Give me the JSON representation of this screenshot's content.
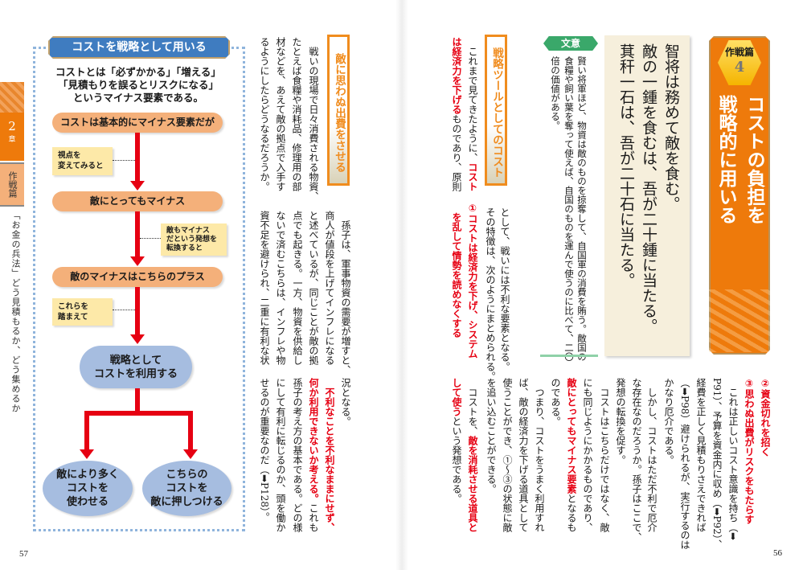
{
  "page57": {
    "page_number": "57",
    "side_tab": {
      "chapter_num": "2",
      "chapter_label": "章",
      "section": "作戦篇",
      "running_title": "「お金の兵法」どう見積もるか、どう集めるか"
    },
    "diagram": {
      "title": "コストを戦略として用いる",
      "intro": [
        "コストとは「必ずかかる」「増える」",
        "「見積もりを誤るとリスクになる」",
        "というマイナス要素である。"
      ],
      "steps": [
        "コストは基本的にマイナス要素だが",
        "敵にとってもマイナス",
        "敵のマイナスはこちらのプラス"
      ],
      "notes": [
        [
          "視点を",
          "変えてみると"
        ],
        [
          "敵もマイナス",
          "だという発想を",
          "転換すると"
        ],
        [
          "これらを",
          "踏まえて"
        ]
      ],
      "strategy": [
        "戦略として",
        "コストを利用する"
      ],
      "outcomes": [
        [
          "敵により多く",
          "コストを",
          "使わせる"
        ],
        [
          "こちらの",
          "コストを",
          "敵に押しつける"
        ]
      ]
    },
    "heading": "敵に思わぬ出費をさせる",
    "top": [
      "　戦いの現場で日々消費される物資、",
      "たとえば食糧や消耗品、修理用の部",
      "材などを、あえて敵の拠点で入手す",
      "るようにしたらどうなるだろうか。"
    ],
    "middle": [
      "　孫子は、軍事物資の需要が増すと、",
      "商人が値段を上げてインフレになる",
      "と述べているが、同じことが敵の拠",
      "点でも起きる。一方、物資を供給し",
      "ないで済むこちらは、インフレや物",
      "資不足を避けられ、二重に有利な状"
    ],
    "bottom": {
      "c1": "況となる。",
      "c2_red": "　不利なことを不利なままにせず、",
      "c3_red": "何か利用できないか考える。",
      "c3": "これも",
      "c4": "孫子の考え方の基本である。どの様",
      "c5": "にして有利に転じるのか、頭を働か",
      "c6": "せるのが重要なのだ（➡P128）。"
    }
  },
  "page56": {
    "page_number": "56",
    "badge": {
      "label": "作戦篇",
      "number": "4"
    },
    "title": [
      "コストの負担を",
      "戦略的に用いる"
    ],
    "quote": [
      "智将は務めて敵を食む。",
      "敵の一鍾を食むは、吾が二十鍾に当たる。",
      "萁秆一石は、吾が二十石に当たる。"
    ],
    "meaning_label": "文意",
    "meaning": [
      "賢い将軍ほど、物資は敵のものを掠奪して、自国軍の消費を賄う。敵国の",
      "食糧や飼い葉を奪って使えば、自国のものを運んで使うのに比べて、二〇",
      "倍の価値がある。"
    ],
    "heading": "戦略ツールとしてのコスト",
    "top": {
      "c1": "　これまで見てきたように、",
      "c1_red": "コスト",
      "c2_red": "は経済力を下げる",
      "c2": "ものであり、原則"
    },
    "middle": {
      "c1": "として、戦いには不利な要素となる。",
      "c2": "その特徴は、次のようにまとめられる。",
      "c3_red": "①コストは経済力を下げ、システム",
      "c4_red": "　を乱して情勢を読めなくする"
    },
    "bottom": {
      "r1": "②資金切れを招く",
      "r2": "③思わぬ出費がリスクをもたらす",
      "c1": "　これは正しいコスト意識を持ち（➡",
      "c2": "P91）、予算を資金内に収め（➡P92）、",
      "c3": "経費を正しく見積もりさえできれば",
      "c4": "（➡P98）避けられるが、実行するのは",
      "c5": "かなり厄介である。",
      "c6": "　しかし、コストはただ不利で厄介",
      "c7": "な存在なのだろうか。孫子はここで、",
      "c8": "発想の転換を促す。",
      "c9": "　コストはこちらだけではなく、敵",
      "c10": "にも同じようにかかるものであり、",
      "c11_red": "敵にとってもマイナス要素",
      "c11": "となるも",
      "c12": "のである。",
      "c13": "　つまり、コストをうまく利用すれ",
      "c14": "ば、敵の経済力を下げる道具として",
      "c15": "使うことができ、①〜③の状態に敵",
      "c16": "を追い込むことができる。",
      "c17": "　コストを、",
      "c17_red": "敵を消耗させる道具と",
      "c18_red": "して使う",
      "c18": "という発想である。"
    }
  }
}
